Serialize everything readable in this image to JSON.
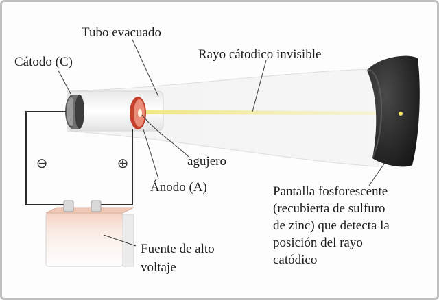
{
  "labels": {
    "tube": "Tubo evacuado",
    "cathode": "Cátodo (C)",
    "ray": "Rayo cátodico invisible",
    "hole": "agujero",
    "anode": "Ánodo (A)",
    "source_line1": "Fuente de alto",
    "source_line2": "voltaje",
    "screen_line1": "Pantalla fosforescente",
    "screen_line2": "(recubierta de sulfuro",
    "screen_line3": "de zinc) que detecta la",
    "screen_line4": "posición del rayo",
    "screen_line5": "catódico",
    "negative_sign": "⊖",
    "positive_sign": "⊕"
  },
  "colors": {
    "beam": "#f2ea9a",
    "anode": "#d9553f",
    "screen": "#2a2a2a",
    "spot": "#f7e45c",
    "wire": "#2b2b2b",
    "battery": "#f4e4d8"
  }
}
